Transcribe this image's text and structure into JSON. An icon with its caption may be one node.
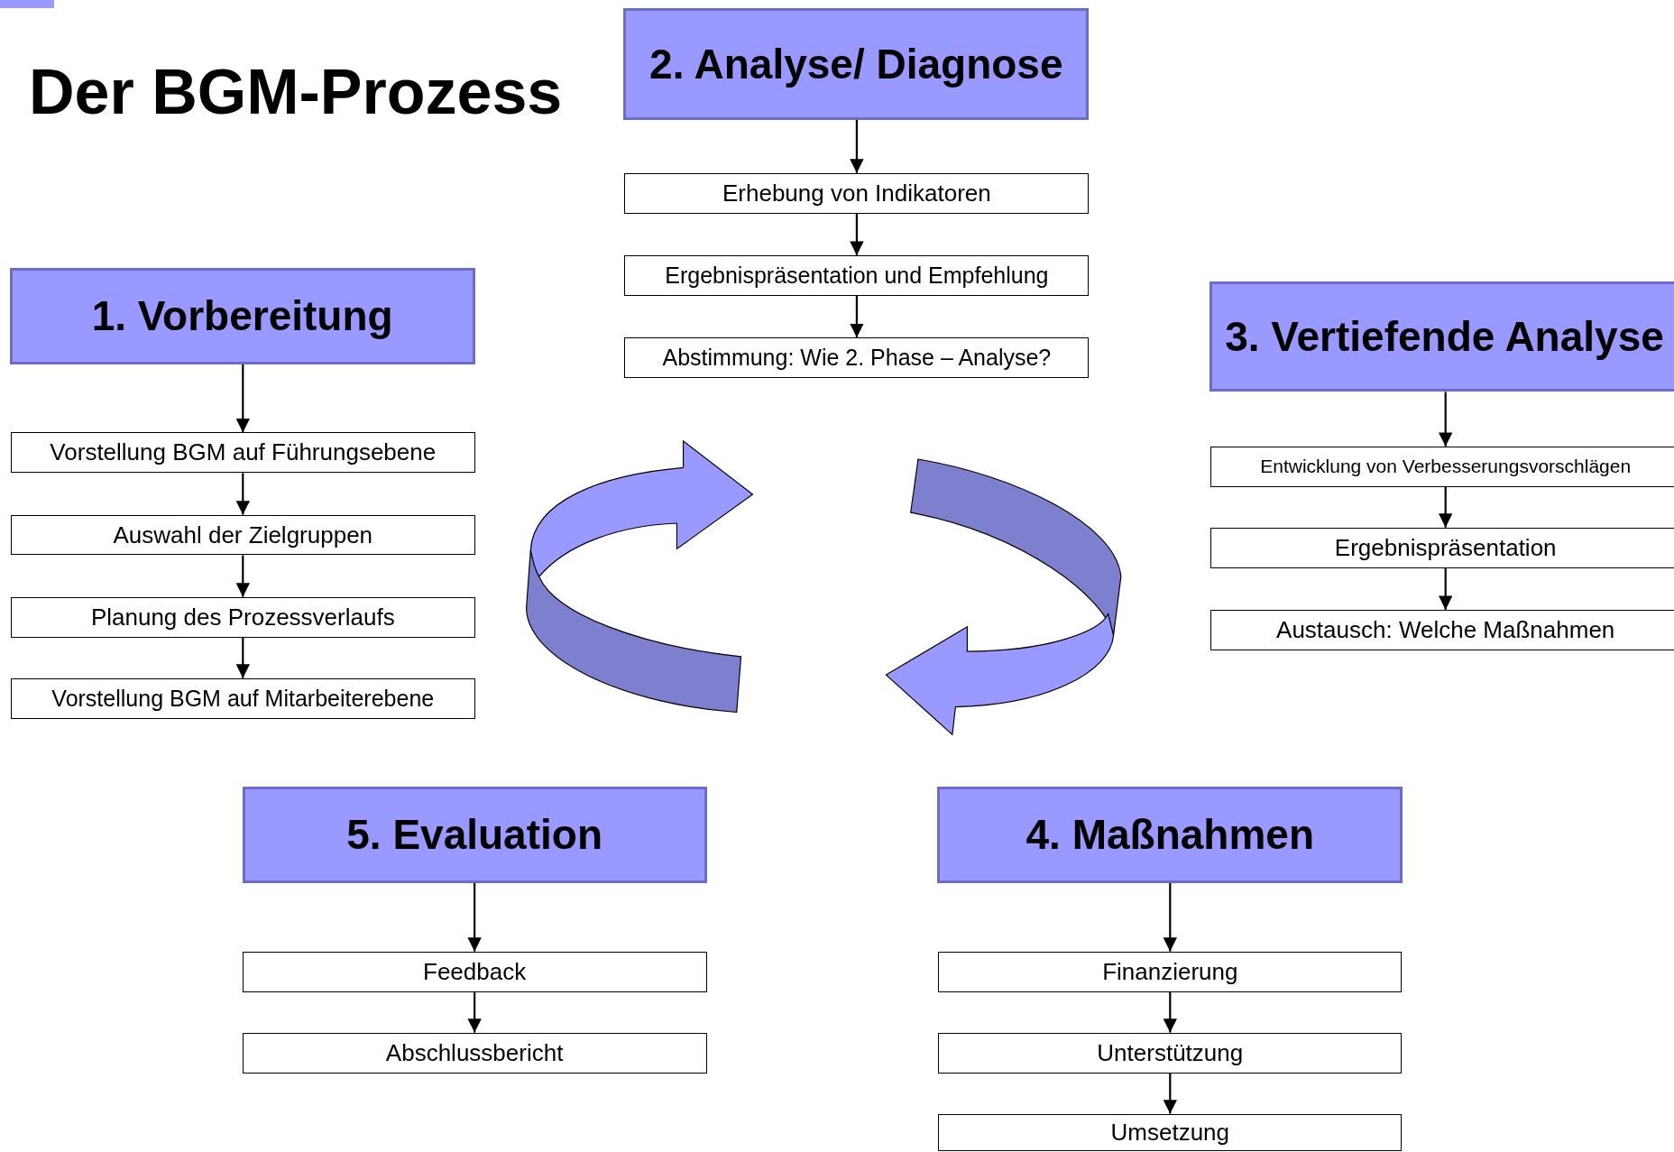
{
  "diagram": {
    "title": "Der BGM-Prozess",
    "nodes": [
      {
        "text": [
          "2. Analyse/ Diagnose"
        ]
      },
      {
        "text": [
          "Erhebung von Indikatoren"
        ]
      },
      {
        "text": [
          "Ergebnispräsentation und Empfehlung"
        ]
      },
      {
        "text": [
          "Abstimmung: Wie 2. Phase – Analyse?"
        ]
      },
      {
        "text": [
          "1. Vorbereitung"
        ]
      },
      {
        "text": [
          "Vorstellung BGM auf Führungsebene"
        ]
      },
      {
        "text": [
          "Auswahl der Zielgruppen"
        ]
      },
      {
        "text": [
          "Planung des Prozessverlaufs"
        ]
      },
      {
        "text": [
          "Vorstellung BGM auf Mitarbeiterebene"
        ]
      },
      {
        "text": [
          "3. Vertiefende Analyse"
        ]
      },
      {
        "text": [
          "Entwicklung von Verbesserungsvorschlägen"
        ]
      },
      {
        "text": [
          "Ergebnispräsentation"
        ]
      },
      {
        "text": [
          "Austausch: Welche Maßnahmen"
        ]
      },
      {
        "text": [
          "5. Evaluation"
        ]
      },
      {
        "text": [
          "Feedback"
        ]
      },
      {
        "text": [
          "Abschlussbericht"
        ]
      },
      {
        "text": [
          "4. Maßnahmen"
        ]
      },
      {
        "text": [
          "Finanzierung"
        ]
      },
      {
        "text": [
          "Unterstützung"
        ]
      },
      {
        "text": [
          "Umsetzung"
        ]
      }
    ],
    "edges": [
      {
        "from": 0,
        "to": 1,
        "arrow": "to"
      },
      {
        "from": 1,
        "to": 2,
        "arrow": "to"
      },
      {
        "from": 2,
        "to": 3,
        "arrow": "to"
      },
      {
        "from": 4,
        "to": 5,
        "arrow": "to"
      },
      {
        "from": 5,
        "to": 6,
        "arrow": "to"
      },
      {
        "from": 6,
        "to": 7,
        "arrow": "to"
      },
      {
        "from": 7,
        "to": 8,
        "arrow": "to"
      },
      {
        "from": 9,
        "to": 10,
        "arrow": "to"
      },
      {
        "from": 10,
        "to": 11,
        "arrow": "to"
      },
      {
        "from": 11,
        "to": 12,
        "arrow": "to"
      },
      {
        "from": 13,
        "to": 14,
        "arrow": "to"
      },
      {
        "from": 14,
        "to": 15,
        "arrow": "to"
      },
      {
        "from": 16,
        "to": 17,
        "arrow": "to"
      },
      {
        "from": 17,
        "to": 18,
        "arrow": "to"
      },
      {
        "from": 18,
        "to": 19,
        "arrow": "to"
      }
    ]
  }
}
